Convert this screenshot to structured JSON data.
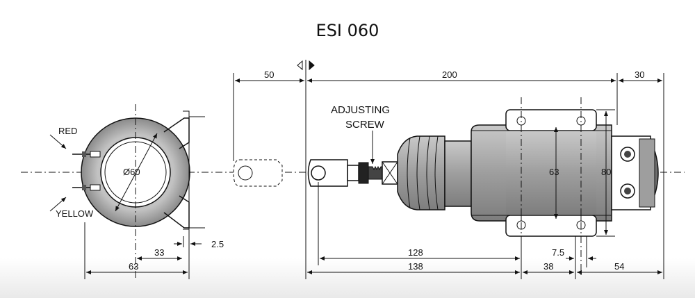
{
  "title": "ESI 060",
  "labels": {
    "red": "RED",
    "yellow": "YELLOW",
    "diameter": "Ø60",
    "adjusting_line1": "ADJUSTING",
    "adjusting_line2": "SCREW"
  },
  "dimensions": {
    "d50": "50",
    "d200": "200",
    "d30": "30",
    "d63_body": "63",
    "d80": "80",
    "d33": "33",
    "d2_5": "2.5",
    "d63_front": "63",
    "d128": "128",
    "d138": "138",
    "d7_5": "7.5",
    "d38": "38",
    "d54": "54"
  },
  "colors": {
    "line": "#111111",
    "body_shade": "#8a8a8a",
    "body_fill": "#a9a9a9"
  }
}
